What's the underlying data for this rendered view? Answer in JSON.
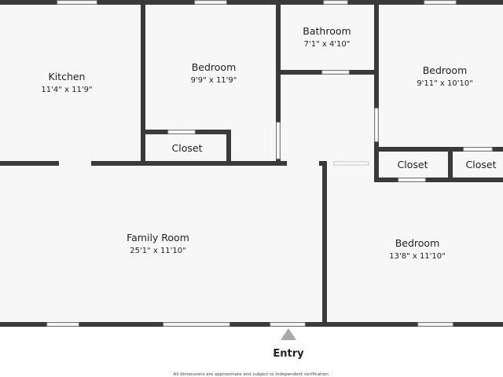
{
  "colors": {
    "floor": "#f7f7f7",
    "wall": "#3a3a3a",
    "window": "#bfbfbf",
    "entry_marker": "#a9a9a9"
  },
  "rooms": {
    "kitchen": {
      "name": "Kitchen",
      "dims": "11'4\" x 11'9\""
    },
    "bedroom_a": {
      "name": "Bedroom",
      "dims": "9'9\" x 11'9\""
    },
    "closet_a": {
      "name": "Closet"
    },
    "bathroom": {
      "name": "Bathroom",
      "dims": "7'1\" x 4'10\""
    },
    "bedroom_b": {
      "name": "Bedroom",
      "dims": "9'11\" x 10'10\""
    },
    "closet_b": {
      "name": "Closet"
    },
    "closet_c": {
      "name": "Closet"
    },
    "family_room": {
      "name": "Family Room",
      "dims": "25'1\" x 11'10\""
    },
    "bedroom_c": {
      "name": "Bedroom",
      "dims": "13'8\" x 11'10\""
    }
  },
  "entry_label": "Entry",
  "disclaimer": "All dimensions are approximate and subject to independent verification."
}
